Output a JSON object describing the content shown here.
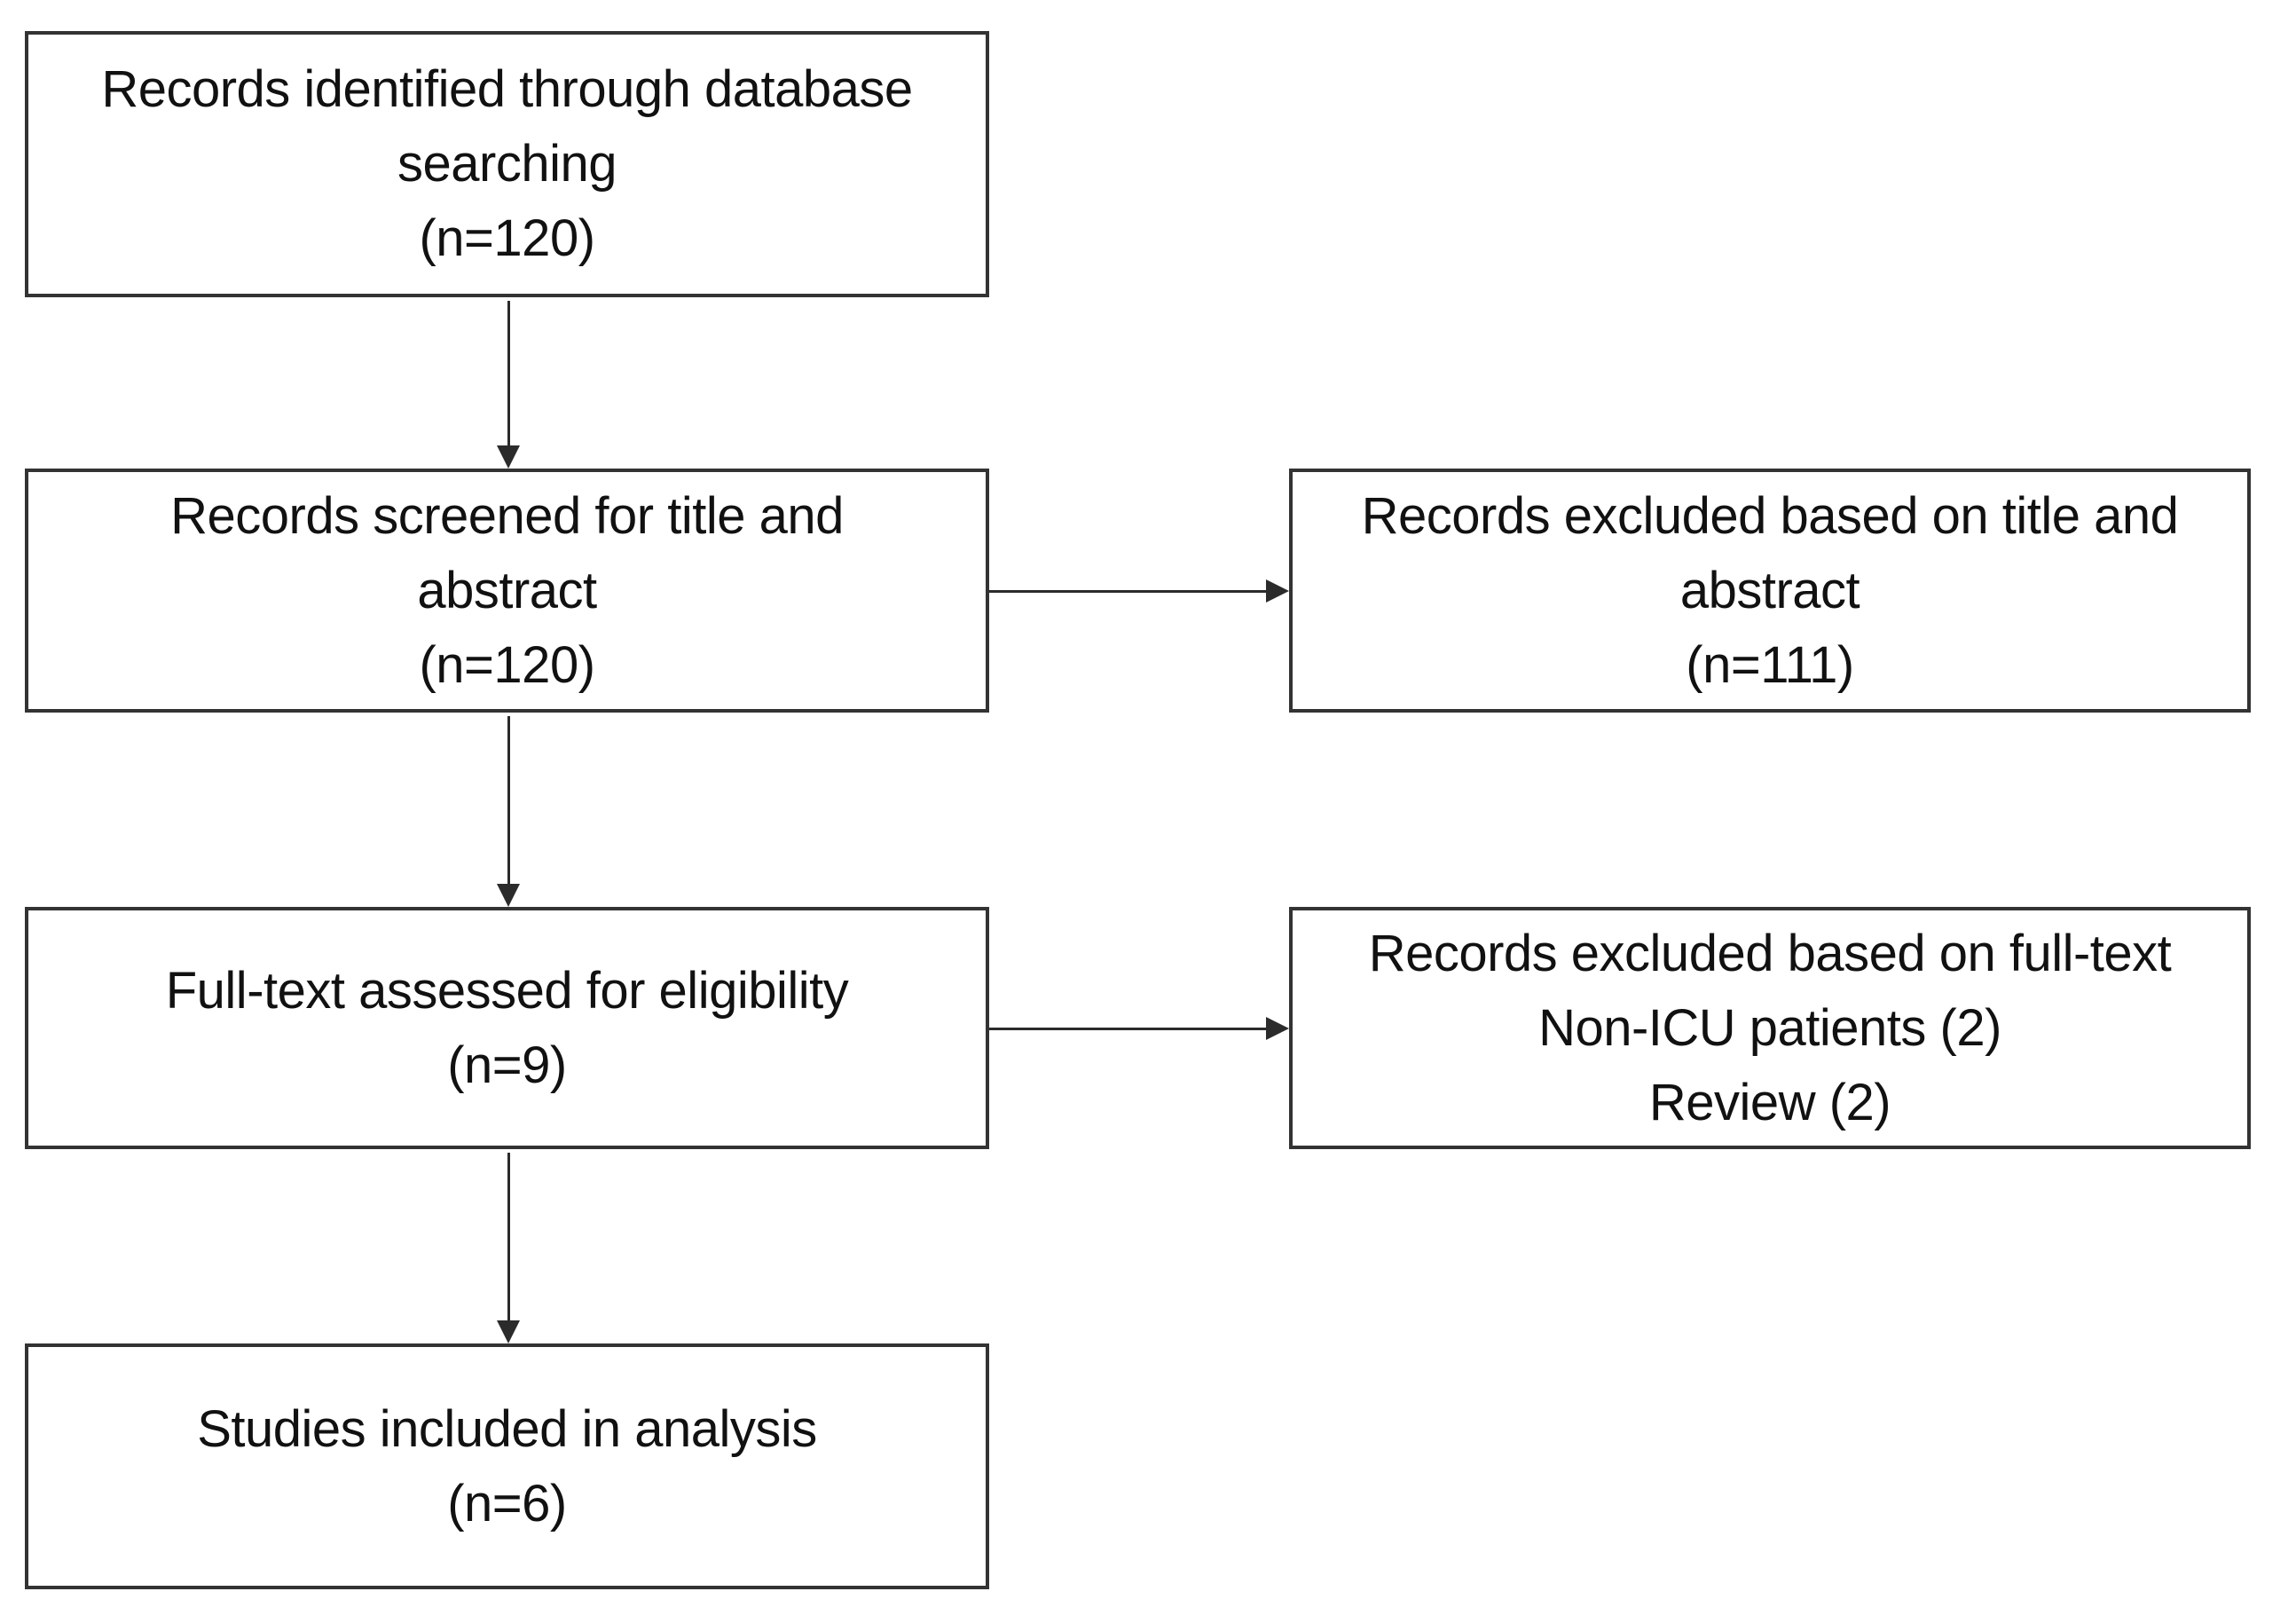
{
  "flow": {
    "background_color": "#ffffff",
    "box_border_color": "#333333",
    "arrow_color": "#2b2b2b",
    "text_color": "#111111",
    "boxes": [
      {
        "name": "records-identified",
        "lines": [
          "Records identified through database",
          "searching",
          "(n=120)"
        ]
      },
      {
        "name": "records-screened",
        "lines": [
          "Records screened for title and",
          "abstract",
          "(n=120)"
        ]
      },
      {
        "name": "records-excluded-title-abstract",
        "lines": [
          "Records excluded based on title and",
          "abstract",
          "(n=111)"
        ]
      },
      {
        "name": "full-text-assessed",
        "lines": [
          "Full-text assessed for eligibility",
          "(n=9)"
        ]
      },
      {
        "name": "records-excluded-full-text",
        "lines": [
          "Records excluded based on full-text",
          "Non-ICU patients (2)",
          "Review (2)"
        ]
      },
      {
        "name": "studies-included",
        "lines": [
          "Studies included in analysis",
          "(n=6)"
        ]
      }
    ]
  }
}
